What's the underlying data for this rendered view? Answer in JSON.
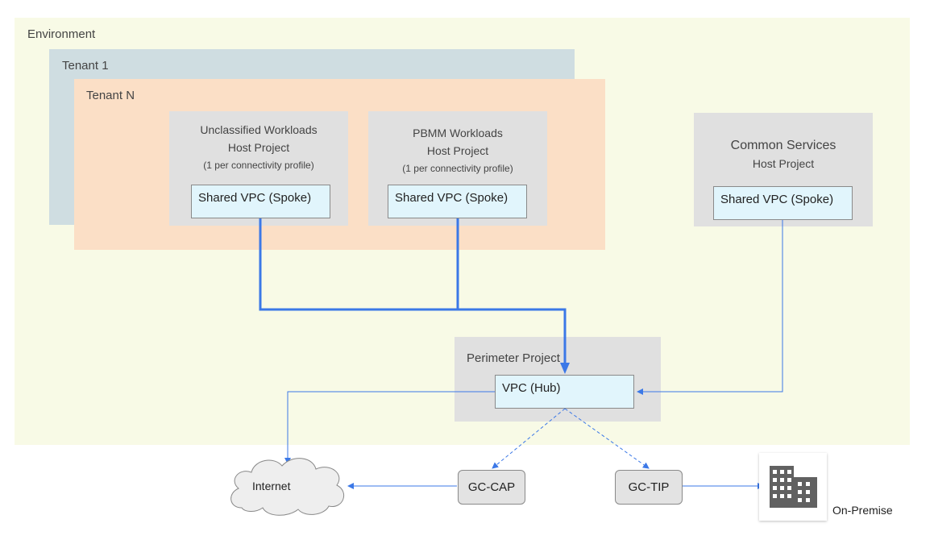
{
  "environment": {
    "label": "Environment"
  },
  "tenant1": {
    "label": "Tenant 1"
  },
  "tenantN": {
    "label": "Tenant N"
  },
  "unclassified": {
    "line1": "Unclassified Workloads",
    "line2": "Host Project",
    "line3": "(1 per connectivity profile)",
    "vpc": "Shared VPC (Spoke)"
  },
  "pbmm": {
    "line1": "PBMM Workloads",
    "line2": "Host Project",
    "line3": "(1 per connectivity profile)",
    "vpc": "Shared VPC (Spoke)"
  },
  "common": {
    "line1": "Common Services",
    "line2": "Host Project",
    "vpc": "Shared VPC (Spoke)"
  },
  "perimeter": {
    "label": "Perimeter Project",
    "vpc": "VPC (Hub)"
  },
  "gc_cap": {
    "label": "GC-CAP"
  },
  "gc_tip": {
    "label": "GC-TIP"
  },
  "internet": {
    "label": "Internet"
  },
  "onprem": {
    "label": "On-Premise"
  },
  "colors": {
    "environment_bg": "#f8fae6",
    "tenant1_bg": "#cfdde1",
    "tenantN_bg": "#fbdfc6",
    "project_bg": "#e0e0e0",
    "vpc_bg": "#e1f5fc",
    "link": "#3b78e7"
  }
}
